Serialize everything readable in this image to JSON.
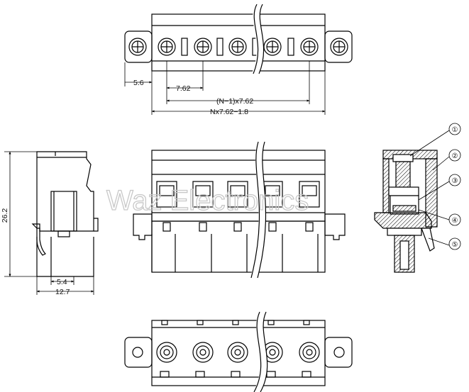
{
  "watermark": "Waz Electronics",
  "top_view": {
    "dims": {
      "margin": "5.6",
      "pitch": "7.62",
      "span": "(N−1)x7.62",
      "total": "Nx7.62−1.8"
    }
  },
  "side_view": {
    "dims": {
      "height": "26.2",
      "pin_offset": "5.4",
      "depth": "12.7"
    }
  },
  "section_view": {
    "callouts": [
      "①",
      "②",
      "③",
      "④",
      "⑤"
    ]
  }
}
